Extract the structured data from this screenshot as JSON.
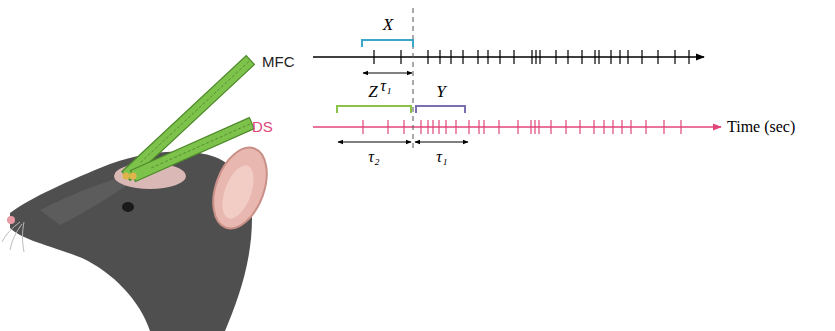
{
  "diagram": {
    "labels": [
      "MFC",
      "DS",
      "X",
      "τ₁",
      "Z",
      "τ₂",
      "Y",
      "τ₁",
      "Time (sec)"
    ]
  }
}
